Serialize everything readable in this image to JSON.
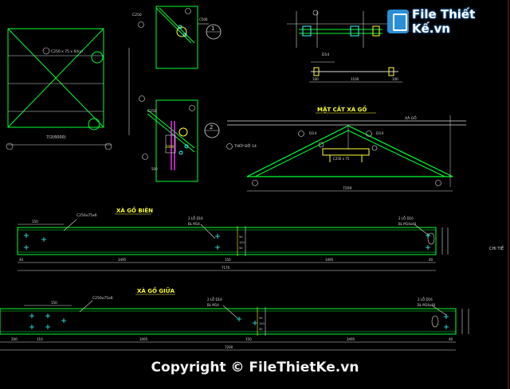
{
  "watermark": {
    "logo_text": "File Thiết Kế.vn",
    "copyright": "Copyright © FileThietKe.vn"
  },
  "colors": {
    "background": "#000000",
    "steel": "#00ff33",
    "white_line": "#dcdcdc",
    "yellow": "#ffff33",
    "magenta": "#ff33ff",
    "cyan": "#33ffff",
    "red_text": "#ff5555"
  },
  "top_left": {
    "dim_bottom": "7/2(6000)",
    "tag": "C250 x 75 x 6(ky)"
  },
  "detail1": {
    "tag": "C250",
    "num": "1",
    "dim": "C500"
  },
  "detail2": {
    "tag": "C250",
    "num": "2",
    "dim_a": "2000",
    "dim_b": "500"
  },
  "tie_rod_detail": {
    "tag_1": "D14",
    "dim_row": [
      "100",
      "1100",
      "100"
    ]
  },
  "truss_section": {
    "title": "MẶT CẮT XÀ GỒ",
    "tag_top": "XÀ GỒ",
    "label_left": "D14",
    "label_right": "D14",
    "label_center": "C250 x 75",
    "label_far_left": "THÉP ĐỠ 14",
    "bottom_dim": "7200"
  },
  "beam1": {
    "title": "XÀ GỒ BIÊN",
    "tag_left": "C250x75x6",
    "tag_mid_1": "2 LỖ D16",
    "tag_mid_2": "BL M14",
    "tag_right_1": "2 LỖ D16",
    "tag_right_2": "BL M14x40",
    "dim_top_left": "150",
    "dims_bottom": [
      "40",
      "3495",
      "150",
      "3495",
      "40"
    ],
    "dim_total": "7170",
    "dims_side": [
      "50",
      "120",
      "50"
    ],
    "side_note": "CHI TIẾ"
  },
  "beam2": {
    "title": "XÀ GỒ GIỮA",
    "tag_left": "C250x75x6",
    "tag_mid_1": "2 LỖ D16",
    "tag_mid_2": "BL M14",
    "tag_right_1": "2 LỖ D16",
    "tag_right_2": "BL M14x40",
    "dim_top_left": "150",
    "dims_bottom": [
      "200",
      "110",
      "3495",
      "150",
      "3495",
      "40"
    ],
    "dim_total": "7200",
    "dims_side": [
      "50",
      "120",
      "50"
    ]
  }
}
